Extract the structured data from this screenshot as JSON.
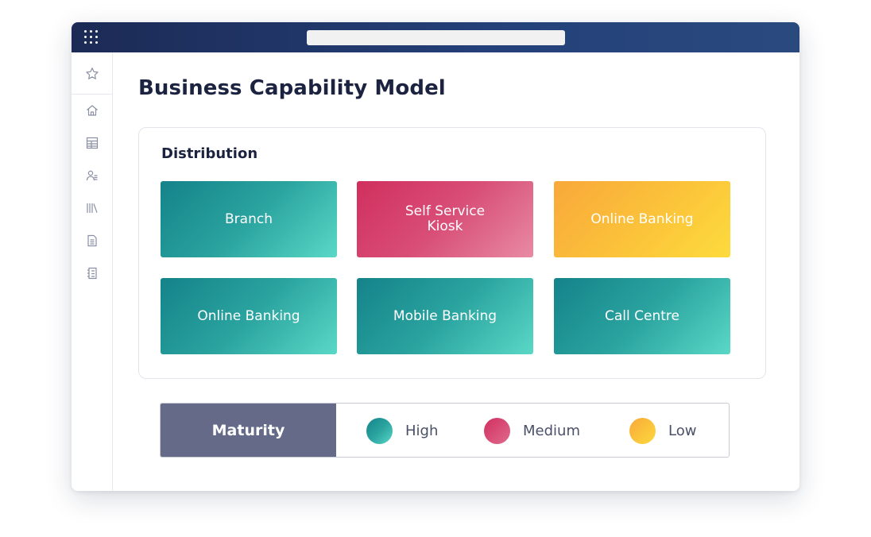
{
  "page": {
    "title": "Business Capability Model"
  },
  "sidebar": {
    "items": [
      {
        "icon": "star-icon"
      },
      {
        "icon": "home-icon"
      },
      {
        "icon": "table-icon"
      },
      {
        "icon": "users-icon"
      },
      {
        "icon": "library-icon"
      },
      {
        "icon": "document-icon"
      },
      {
        "icon": "checklist-icon"
      }
    ]
  },
  "panel": {
    "title": "Distribution",
    "tiles": [
      {
        "label": "Branch",
        "maturity": "high"
      },
      {
        "label": "Self Service Kiosk",
        "maturity": "medium"
      },
      {
        "label": "Online Banking",
        "maturity": "low"
      },
      {
        "label": "Online Banking",
        "maturity": "high"
      },
      {
        "label": "Mobile Banking",
        "maturity": "high"
      },
      {
        "label": "Call Centre",
        "maturity": "high"
      }
    ]
  },
  "legend": {
    "title": "Maturity",
    "items": [
      {
        "label": "High",
        "color": "#1f9a98"
      },
      {
        "label": "Medium",
        "color": "#d83f6a"
      },
      {
        "label": "Low",
        "color": "#fbbf3a"
      }
    ]
  },
  "colors": {
    "titlebar": "#1c2a55",
    "high": "#1f9a98",
    "medium": "#d83f6a",
    "low": "#fbbf3a",
    "legend_header": "#646a87"
  }
}
